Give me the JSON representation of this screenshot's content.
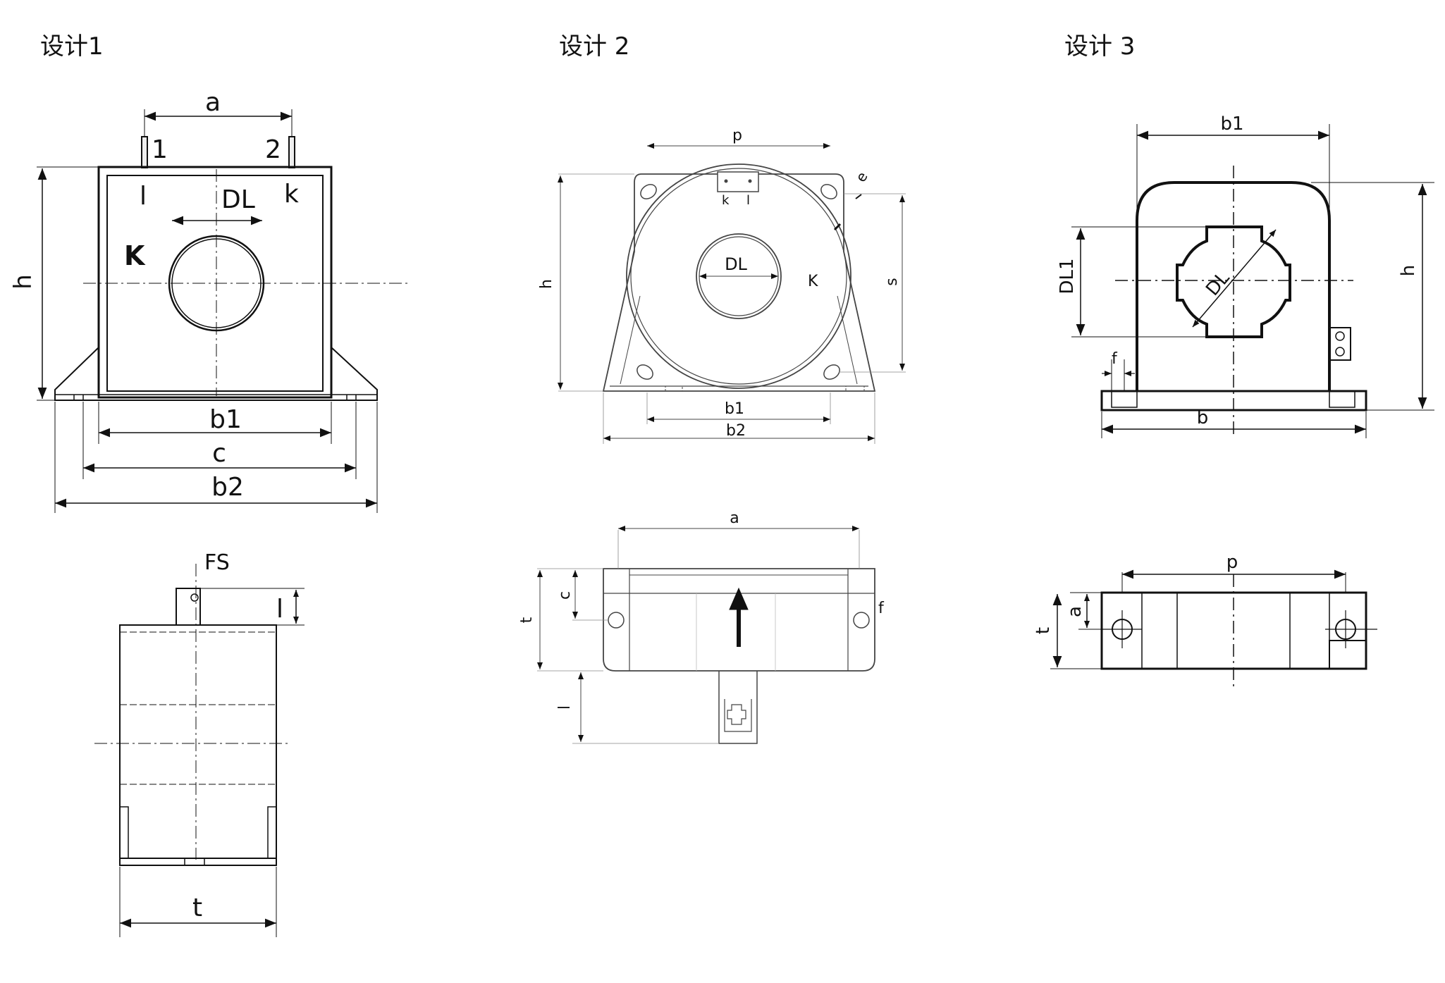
{
  "titles": {
    "design1": "设计1",
    "design2": "设计 2",
    "design3": "设计 3"
  },
  "design1": {
    "front": {
      "a": "a",
      "terminal1": "1",
      "terminal2": "2",
      "l": "l",
      "k": "k",
      "DL": "DL",
      "K": "K",
      "h": "h",
      "b1": "b1",
      "c": "c",
      "b2": "b2"
    },
    "side": {
      "FS": "FS",
      "l": "l",
      "t": "t"
    }
  },
  "design2": {
    "front": {
      "p": "p",
      "e": "e",
      "k": "k",
      "l": "l",
      "DL": "DL",
      "K": "K",
      "h": "h",
      "s": "s",
      "b1": "b1",
      "b2": "b2"
    },
    "side": {
      "a": "a",
      "c": "c",
      "t": "t",
      "f": "f",
      "l": "l"
    }
  },
  "design3": {
    "front": {
      "b1": "b1",
      "h": "h",
      "DL1": "DL1",
      "DL": "DL",
      "f": "f",
      "b": "b"
    },
    "side": {
      "p": "p",
      "a": "a",
      "t": "t"
    }
  }
}
